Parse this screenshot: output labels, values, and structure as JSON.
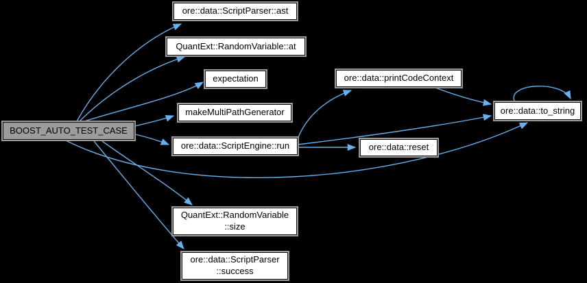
{
  "diagram": {
    "type": "doxygen-call-graph",
    "colors": {
      "background": "#000000",
      "edge": "#63b1ee",
      "node_fill": "#ffffff",
      "node_border": "#101010",
      "node_outline": "#9b9b9b",
      "root_fill": "#9c9c9c",
      "text": "#000000"
    },
    "nodes": {
      "root": {
        "label": "BOOST_AUTO_TEST_CASE"
      },
      "ast": {
        "label": "ore::data::ScriptParser::ast"
      },
      "at": {
        "label": "QuantExt::RandomVariable::at"
      },
      "expectation": {
        "label": "expectation"
      },
      "make_multi_path_generator": {
        "label": "makeMultiPathGenerator"
      },
      "run": {
        "label": "ore::data::ScriptEngine::run"
      },
      "print_code_context": {
        "label": "ore::data::printCodeContext"
      },
      "to_string": {
        "label": "ore::data::to_string"
      },
      "reset": {
        "label": "ore::data::reset"
      },
      "size": {
        "label": "QuantExt::RandomVariable\n::size"
      },
      "success": {
        "label": "ore::data::ScriptParser\n::success"
      }
    },
    "edges": [
      {
        "from": "BOOST_AUTO_TEST_CASE",
        "to": "ore::data::ScriptParser::ast"
      },
      {
        "from": "BOOST_AUTO_TEST_CASE",
        "to": "QuantExt::RandomVariable::at"
      },
      {
        "from": "BOOST_AUTO_TEST_CASE",
        "to": "expectation"
      },
      {
        "from": "BOOST_AUTO_TEST_CASE",
        "to": "makeMultiPathGenerator"
      },
      {
        "from": "BOOST_AUTO_TEST_CASE",
        "to": "ore::data::ScriptEngine::run"
      },
      {
        "from": "BOOST_AUTO_TEST_CASE",
        "to": "QuantExt::RandomVariable::size"
      },
      {
        "from": "BOOST_AUTO_TEST_CASE",
        "to": "ore::data::ScriptParser::success"
      },
      {
        "from": "BOOST_AUTO_TEST_CASE",
        "to": "ore::data::to_string"
      },
      {
        "from": "ore::data::ScriptEngine::run",
        "to": "ore::data::printCodeContext"
      },
      {
        "from": "ore::data::ScriptEngine::run",
        "to": "ore::data::to_string"
      },
      {
        "from": "ore::data::ScriptEngine::run",
        "to": "ore::data::reset"
      },
      {
        "from": "ore::data::printCodeContext",
        "to": "ore::data::to_string"
      },
      {
        "from": "ore::data::to_string",
        "to": "ore::data::to_string"
      }
    ]
  }
}
